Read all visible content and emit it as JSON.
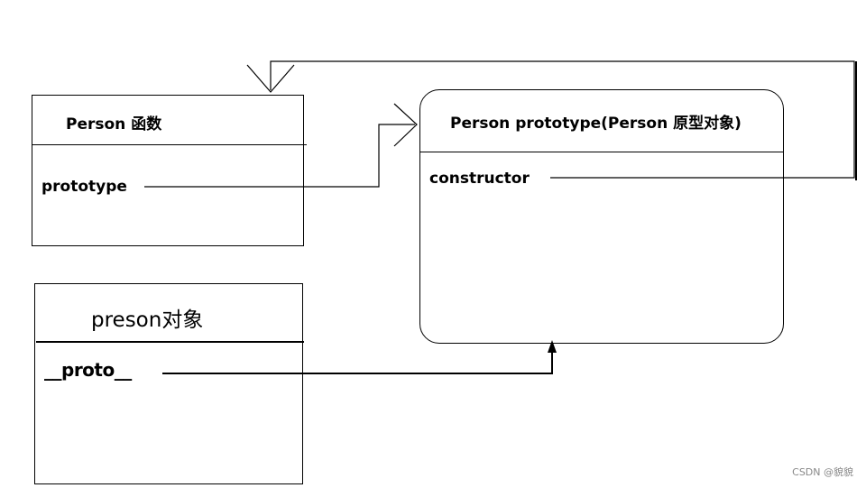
{
  "person_function": {
    "title": "Person 函数",
    "field": "prototype"
  },
  "person_prototype": {
    "title": "Person prototype(Person 原型对象)",
    "field": "constructor"
  },
  "preson_object": {
    "title": "preson对象",
    "field": "__proto__"
  },
  "watermark": "CSDN @貌貌"
}
